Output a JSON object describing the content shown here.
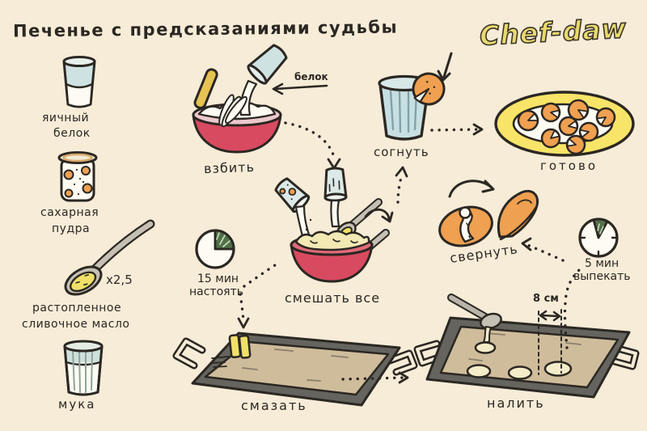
{
  "title": "Печенье с предсказаниями судьбы",
  "logo": "Chef-daw",
  "ingredients": [
    {
      "item": "яичный белок",
      "line1": "яичный",
      "line2": "белок"
    },
    {
      "item": "сахарная пудра",
      "line1": "сахарная",
      "line2": "пудра"
    },
    {
      "item": "растопленное сливочное масло",
      "quantity": "х2,5",
      "line1": "растопленное",
      "line2": "сливочное масло"
    },
    {
      "item": "мука",
      "line1": "мука"
    }
  ],
  "steps": {
    "whisk": {
      "label": "взбить",
      "note": "белок"
    },
    "mix": {
      "label": "смешать все"
    },
    "rest": {
      "time": "15 мин",
      "label": "настоять"
    },
    "grease": {
      "label": "смазать"
    },
    "pour": {
      "label": "налить",
      "spacing_label": "8 см"
    },
    "bake": {
      "time": "5 мин",
      "label": "выпекать"
    },
    "fold": {
      "label": "свернуть"
    },
    "bend": {
      "label": "согнуть"
    },
    "done": {
      "label": "готово"
    }
  },
  "colors": {
    "background": "#f6ecd8",
    "ink": "#2b2722",
    "bowl_red": "#d84a60",
    "bowl_rim_pink": "#ecc8cc",
    "cookie_orange": "#efa050",
    "plate_yellow": "#f8e468",
    "glass_blue": "#c8dfe2",
    "tray_surface_tan": "#cfbc9b",
    "tray_rim_gray": "#66645f",
    "butter_yellow": "#f0e06a",
    "timer_green": "#52704a",
    "logo_yellow": "#e9d96d",
    "dough_cream": "#f4ecc8"
  }
}
